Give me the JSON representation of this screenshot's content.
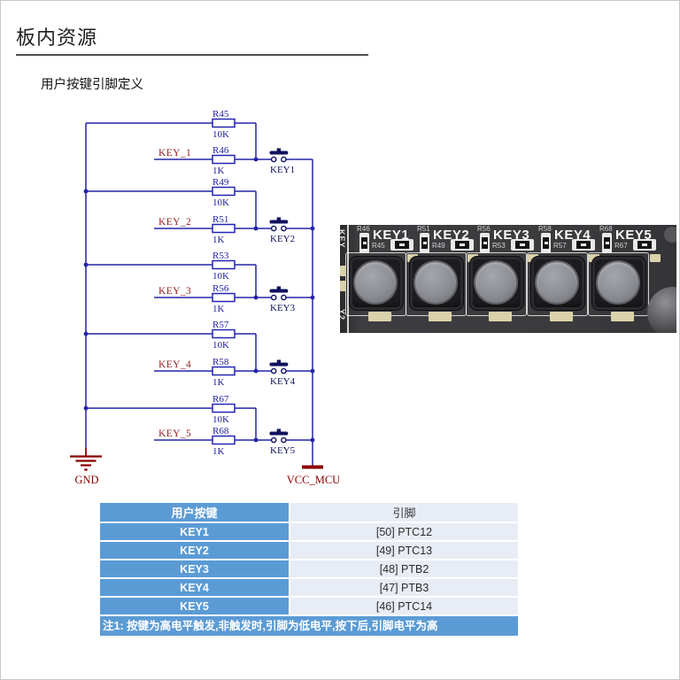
{
  "page": {
    "title": "板内资源",
    "subtitle": "用户按键引脚定义"
  },
  "schematic": {
    "gnd_label": "GND",
    "vcc_label": "VCC_MCU",
    "rows": [
      {
        "pull_ref": "R45",
        "pull_value": "10K",
        "series_ref": "R46",
        "series_value": "1K",
        "net": "KEY_1",
        "button": "KEY1"
      },
      {
        "pull_ref": "R49",
        "pull_value": "10K",
        "series_ref": "R51",
        "series_value": "1K",
        "net": "KEY_2",
        "button": "KEY2"
      },
      {
        "pull_ref": "R53",
        "pull_value": "10K",
        "series_ref": "R56",
        "series_value": "1K",
        "net": "KEY_3",
        "button": "KEY3"
      },
      {
        "pull_ref": "R57",
        "pull_value": "10K",
        "series_ref": "R58",
        "series_value": "1K",
        "net": "KEY_4",
        "button": "KEY4"
      },
      {
        "pull_ref": "R67",
        "pull_value": "10K",
        "series_ref": "R68",
        "series_value": "1K",
        "net": "KEY_5",
        "button": "KEY5"
      }
    ],
    "colors": {
      "wire": "#2323a8",
      "resistor": "#2525b4",
      "text_blue": "#1b1b9e",
      "button_ink": "#10105e",
      "net_label": "#942222",
      "power": "#8b0000"
    }
  },
  "board_photo": {
    "edge_text_top": "KEY",
    "edge_text_bottom": "Y2",
    "keys": [
      {
        "label": "KEY1",
        "top_ref": "R46",
        "mid_ref": "R45"
      },
      {
        "label": "KEY2",
        "top_ref": "R51",
        "mid_ref": "R49"
      },
      {
        "label": "KEY3",
        "top_ref": "R56",
        "mid_ref": "R53"
      },
      {
        "label": "KEY4",
        "top_ref": "R58",
        "mid_ref": "R57"
      },
      {
        "label": "KEY5",
        "top_ref": "R68",
        "mid_ref": "R67"
      }
    ]
  },
  "table": {
    "headers": [
      "用户按键",
      "引脚"
    ],
    "rows": [
      {
        "key": "KEY1",
        "pin": "[50] PTC12"
      },
      {
        "key": "KEY2",
        "pin": "[49] PTC13"
      },
      {
        "key": "KEY3",
        "pin": "[48] PTB2"
      },
      {
        "key": "KEY4",
        "pin": "[47] PTB3"
      },
      {
        "key": "KEY5",
        "pin": "[46] PTC14"
      }
    ],
    "note": "注1: 按键为高电平触发,非触发时,引脚为低电平,按下后,引脚电平为高",
    "colors": {
      "accent": "#5b9bd5",
      "row_bg": "#e8edf5"
    }
  }
}
